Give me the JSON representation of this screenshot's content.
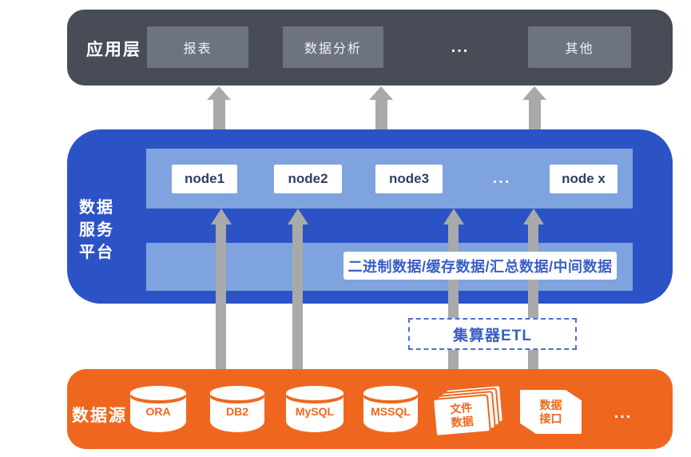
{
  "colors": {
    "app_layer_bg": "#474c57",
    "app_item_bg": "#6d737f",
    "platform_bg": "#2c53c6",
    "band_bg": "#7ea3de",
    "accent_blue_text": "#3a5ec6",
    "node_text": "#2e4160",
    "source_bg": "#ef671e",
    "arrow_gray": "#a9a9a9"
  },
  "app_layer": {
    "label": "应用层",
    "items": [
      {
        "label": "报表"
      },
      {
        "label": "数据分析"
      },
      {
        "label": "..."
      },
      {
        "label": "其他"
      }
    ]
  },
  "platform_layer": {
    "label_lines": [
      "数据",
      "服务",
      "平台"
    ],
    "nodes": [
      {
        "label": "node1"
      },
      {
        "label": "node2"
      },
      {
        "label": "node3"
      },
      {
        "label": "..."
      },
      {
        "label": "node x"
      }
    ],
    "data_bar_label": "二进制数据/缓存数据/汇总数据/中间数据"
  },
  "etl": {
    "label": "集算器ETL"
  },
  "source_layer": {
    "label": "数据源",
    "databases": [
      {
        "label": "ORA"
      },
      {
        "label": "DB2"
      },
      {
        "label": "MySQL"
      },
      {
        "label": "MSSQL"
      }
    ],
    "file_item": {
      "line1": "文件",
      "line2": "数据"
    },
    "interface_item": {
      "line1": "数据",
      "line2": "接口"
    },
    "more_label": "..."
  }
}
